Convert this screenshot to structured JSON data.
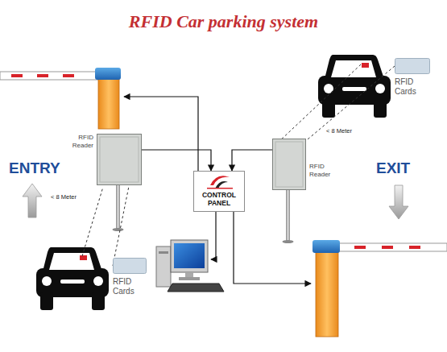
{
  "diagram": {
    "title": "RFID Car parking system",
    "nodes": [
      {
        "text": [
          "RFID Cards"
        ]
      },
      {
        "text": [
          "RFID Reader"
        ]
      },
      {
        "text": [
          "CONTROL PANEL"
        ]
      },
      {
        "text": [
          "RFID Reader"
        ]
      },
      {
        "text": [
          "RFID Cards"
        ]
      }
    ],
    "edges": [
      {
        "from": 1,
        "to": 2,
        "arrow": "to"
      },
      {
        "from": 3,
        "to": 2,
        "arrow": "to"
      },
      {
        "from": 0,
        "to": 3,
        "arrow": "none"
      },
      {
        "from": 4,
        "to": 1,
        "arrow": "none"
      }
    ],
    "labels": [
      "ENTRY",
      "EXIT",
      "< 8 Meter",
      "< 8 Meter"
    ]
  }
}
